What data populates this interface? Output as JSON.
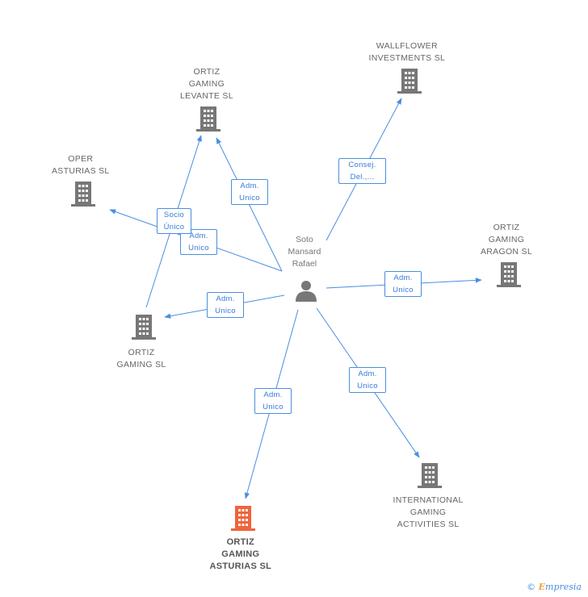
{
  "colors": {
    "edge": "#4a8ee0",
    "building": "#777777",
    "building_highlight": "#f0643c",
    "person": "#777777"
  },
  "person": {
    "name_lines": [
      "Soto",
      "Mansard",
      "Rafael"
    ],
    "icon": "person-icon"
  },
  "companies": [
    {
      "id": "ortiz_gaming_levante",
      "lines": [
        "ORTIZ",
        "GAMING",
        "LEVANTE SL"
      ],
      "highlight": false
    },
    {
      "id": "wallflower",
      "lines": [
        "WALLFLOWER",
        "INVESTMENTS SL"
      ],
      "highlight": false
    },
    {
      "id": "oper_asturias",
      "lines": [
        "OPER",
        "ASTURIAS SL"
      ],
      "highlight": false
    },
    {
      "id": "ortiz_gaming_aragon",
      "lines": [
        "ORTIZ",
        "GAMING",
        "ARAGON SL"
      ],
      "highlight": false
    },
    {
      "id": "ortiz_gaming",
      "lines": [
        "ORTIZ",
        "GAMING SL"
      ],
      "highlight": false
    },
    {
      "id": "international_gaming",
      "lines": [
        "INTERNATIONAL",
        "GAMING",
        "ACTIVITIES SL"
      ],
      "highlight": false
    },
    {
      "id": "ortiz_gaming_asturias",
      "lines": [
        "ORTIZ",
        "GAMING",
        "ASTURIAS SL"
      ],
      "highlight": true
    }
  ],
  "edges": [
    {
      "from": "person",
      "to": "ortiz_gaming_levante",
      "lines": [
        "Adm.",
        "Unico"
      ]
    },
    {
      "from": "person",
      "to": "wallflower",
      "lines": [
        "Consej.",
        "Del.,..."
      ]
    },
    {
      "from": "person",
      "to": "oper_asturias",
      "lines": [
        "Adm.",
        "Unico"
      ]
    },
    {
      "from": "ortiz_gaming",
      "to": "ortiz_gaming_levante",
      "lines": [
        "Socio",
        "Único"
      ]
    },
    {
      "from": "person",
      "to": "ortiz_gaming_aragon",
      "lines": [
        "Adm.",
        "Unico"
      ]
    },
    {
      "from": "person",
      "to": "ortiz_gaming",
      "lines": [
        "Adm.",
        "Unico"
      ]
    },
    {
      "from": "person",
      "to": "international_gaming",
      "lines": [
        "Adm.",
        "Unico"
      ]
    },
    {
      "from": "person",
      "to": "ortiz_gaming_asturias",
      "lines": [
        "Adm.",
        "Unico"
      ]
    }
  ],
  "footer": {
    "copyright": "©",
    "brand_first": "E",
    "brand_rest": "mpresia"
  }
}
